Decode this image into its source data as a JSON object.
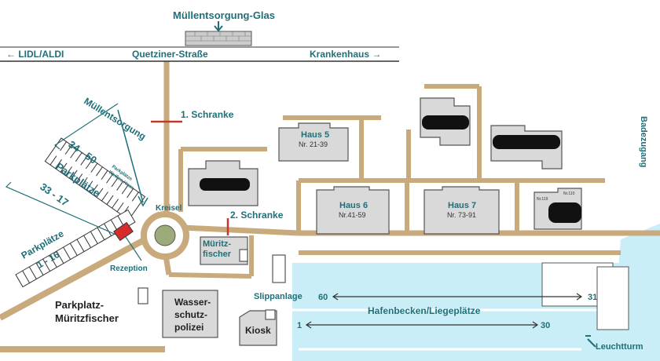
{
  "top": {
    "recycling_glass": "Müllentsorgung-Glas",
    "street_left": "← LIDL/ALDI",
    "street_center": "Quetziner-Straße",
    "street_right": "Krankenhaus →"
  },
  "labels": {
    "barrier_1": "1. Schranke",
    "barrier_2": "2. Schranke",
    "waste_disposal": "Müllentsorgung",
    "roundabout": "Kreisel",
    "reception": "Rezeption",
    "restaurant_line1": "Müritz-",
    "restaurant_line2": "fischer",
    "slipway": "Slippanlage",
    "kiosk": "Kiosk",
    "police_line1": "Wasser-",
    "police_line2": "schutz-",
    "police_line3": "polizei",
    "parking_main_line1": "Parkplatz-",
    "parking_main_line2": "Müritzfischer",
    "bathing_access": "Badezugang",
    "lighthouse": "Leuchtturm"
  },
  "parking": {
    "range_top": "34 - 50",
    "range_bottom": "33 - 17",
    "title": "Parkplätze",
    "small_note_1": "Parkplätze",
    "small_note_2": "Weißes Haus",
    "lower_title": "Parkplätze",
    "lower_range": "1 - 16"
  },
  "houses": [
    {
      "name": "Haus 5",
      "numbers": "Nr. 21-39"
    },
    {
      "name": "Haus 6",
      "numbers": "Nr.41-59"
    },
    {
      "name": "Haus 7",
      "numbers": "Nr. 73-91"
    }
  ],
  "small_labels": {
    "nr_a": "Nr.119",
    "nr_b": "Nr.110"
  },
  "harbor": {
    "title": "Hafenbecken/Liegeplätze",
    "row1_start": "60",
    "row1_end": "31",
    "row2_start": "1",
    "row2_end": "30"
  },
  "colors": {
    "road": "#c8aa7d",
    "label_teal": "#1f6f78",
    "barrier_red": "#c0392b",
    "water": "#c9eef7",
    "building": "#d9d9d9"
  }
}
